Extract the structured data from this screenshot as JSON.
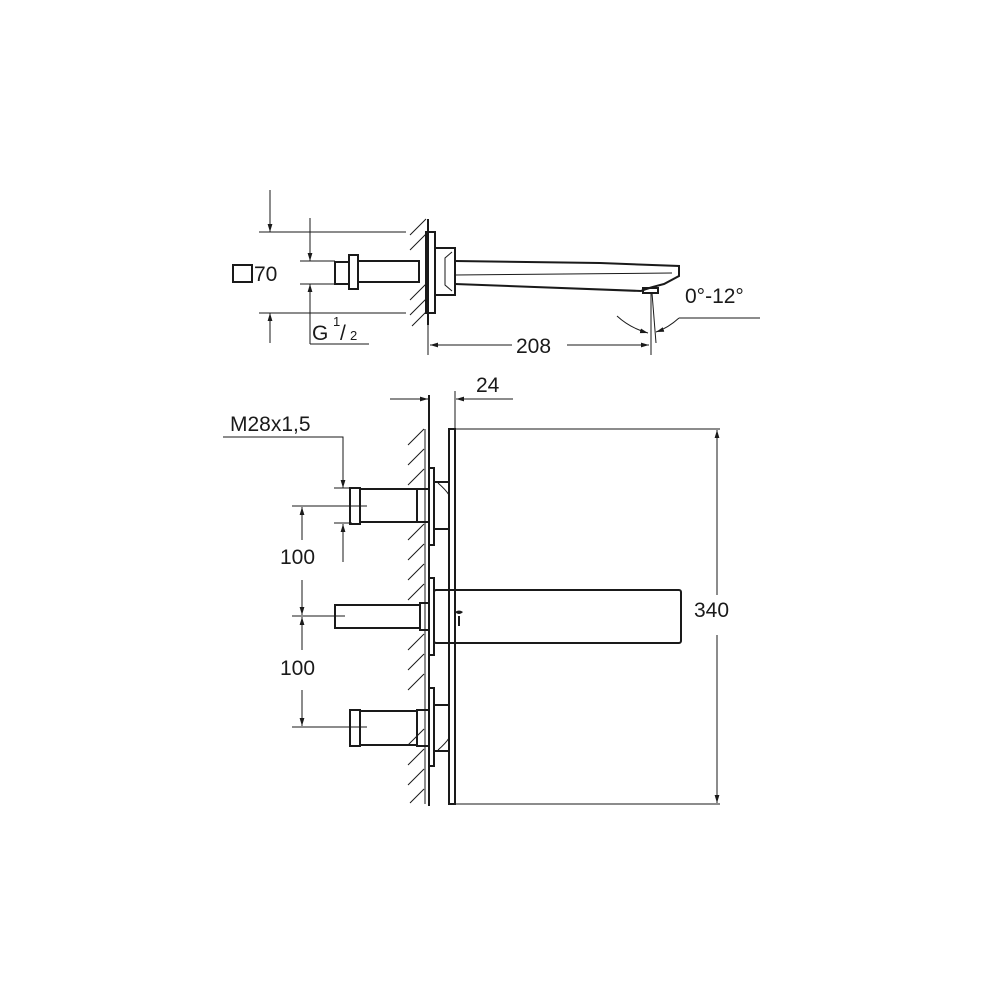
{
  "drawing": {
    "side_view": {
      "square_size": "70",
      "thread_main": "G",
      "thread_num": "1",
      "thread_den": "2",
      "thread_slash": "/",
      "projection": "208",
      "angle": "0°-12°"
    },
    "front_view": {
      "wall_offset": "24",
      "thread_spec": "M28x1,5",
      "spacing_upper": "100",
      "spacing_lower": "100",
      "total_height": "340"
    },
    "colors": {
      "line": "#1a1a1a",
      "background": "#ffffff"
    }
  }
}
